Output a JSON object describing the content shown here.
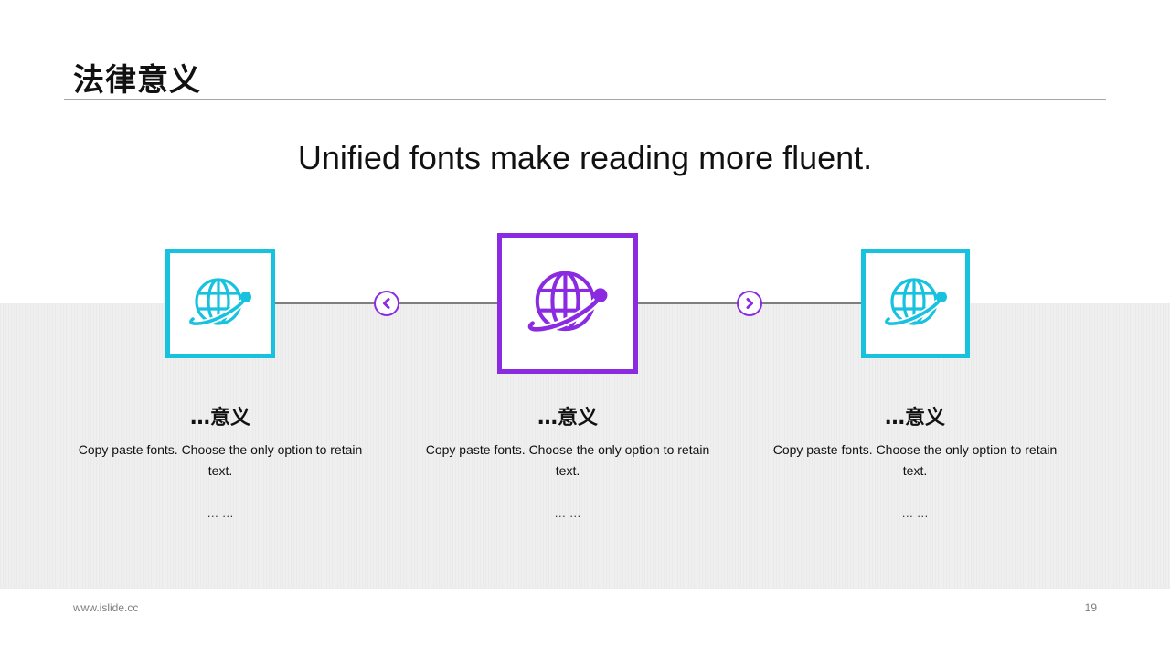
{
  "slide": {
    "title": "法律意义",
    "subtitle": "Unified fonts make reading more fluent.",
    "cards": [
      {
        "heading": "…意义",
        "text": "Copy paste fonts. Choose the only option to retain text.",
        "ellipsis": "…  …",
        "icon": "globe-orbit-icon",
        "color": "#17c2df"
      },
      {
        "heading": "…意义",
        "text": "Copy paste fonts. Choose the only option to retain text.",
        "ellipsis": "…  …",
        "icon": "globe-orbit-icon",
        "color": "#8a2be2"
      },
      {
        "heading": "…意义",
        "text": "Copy paste fonts. Choose the only option to retain text.",
        "ellipsis": "…  …",
        "icon": "globe-orbit-icon",
        "color": "#17c2df"
      }
    ],
    "nav": {
      "prev_icon": "chevron-left-icon",
      "next_icon": "chevron-right-icon",
      "accent": "#8a2be2"
    }
  },
  "footer": {
    "website": "www.islide.cc",
    "page_number": "19"
  }
}
